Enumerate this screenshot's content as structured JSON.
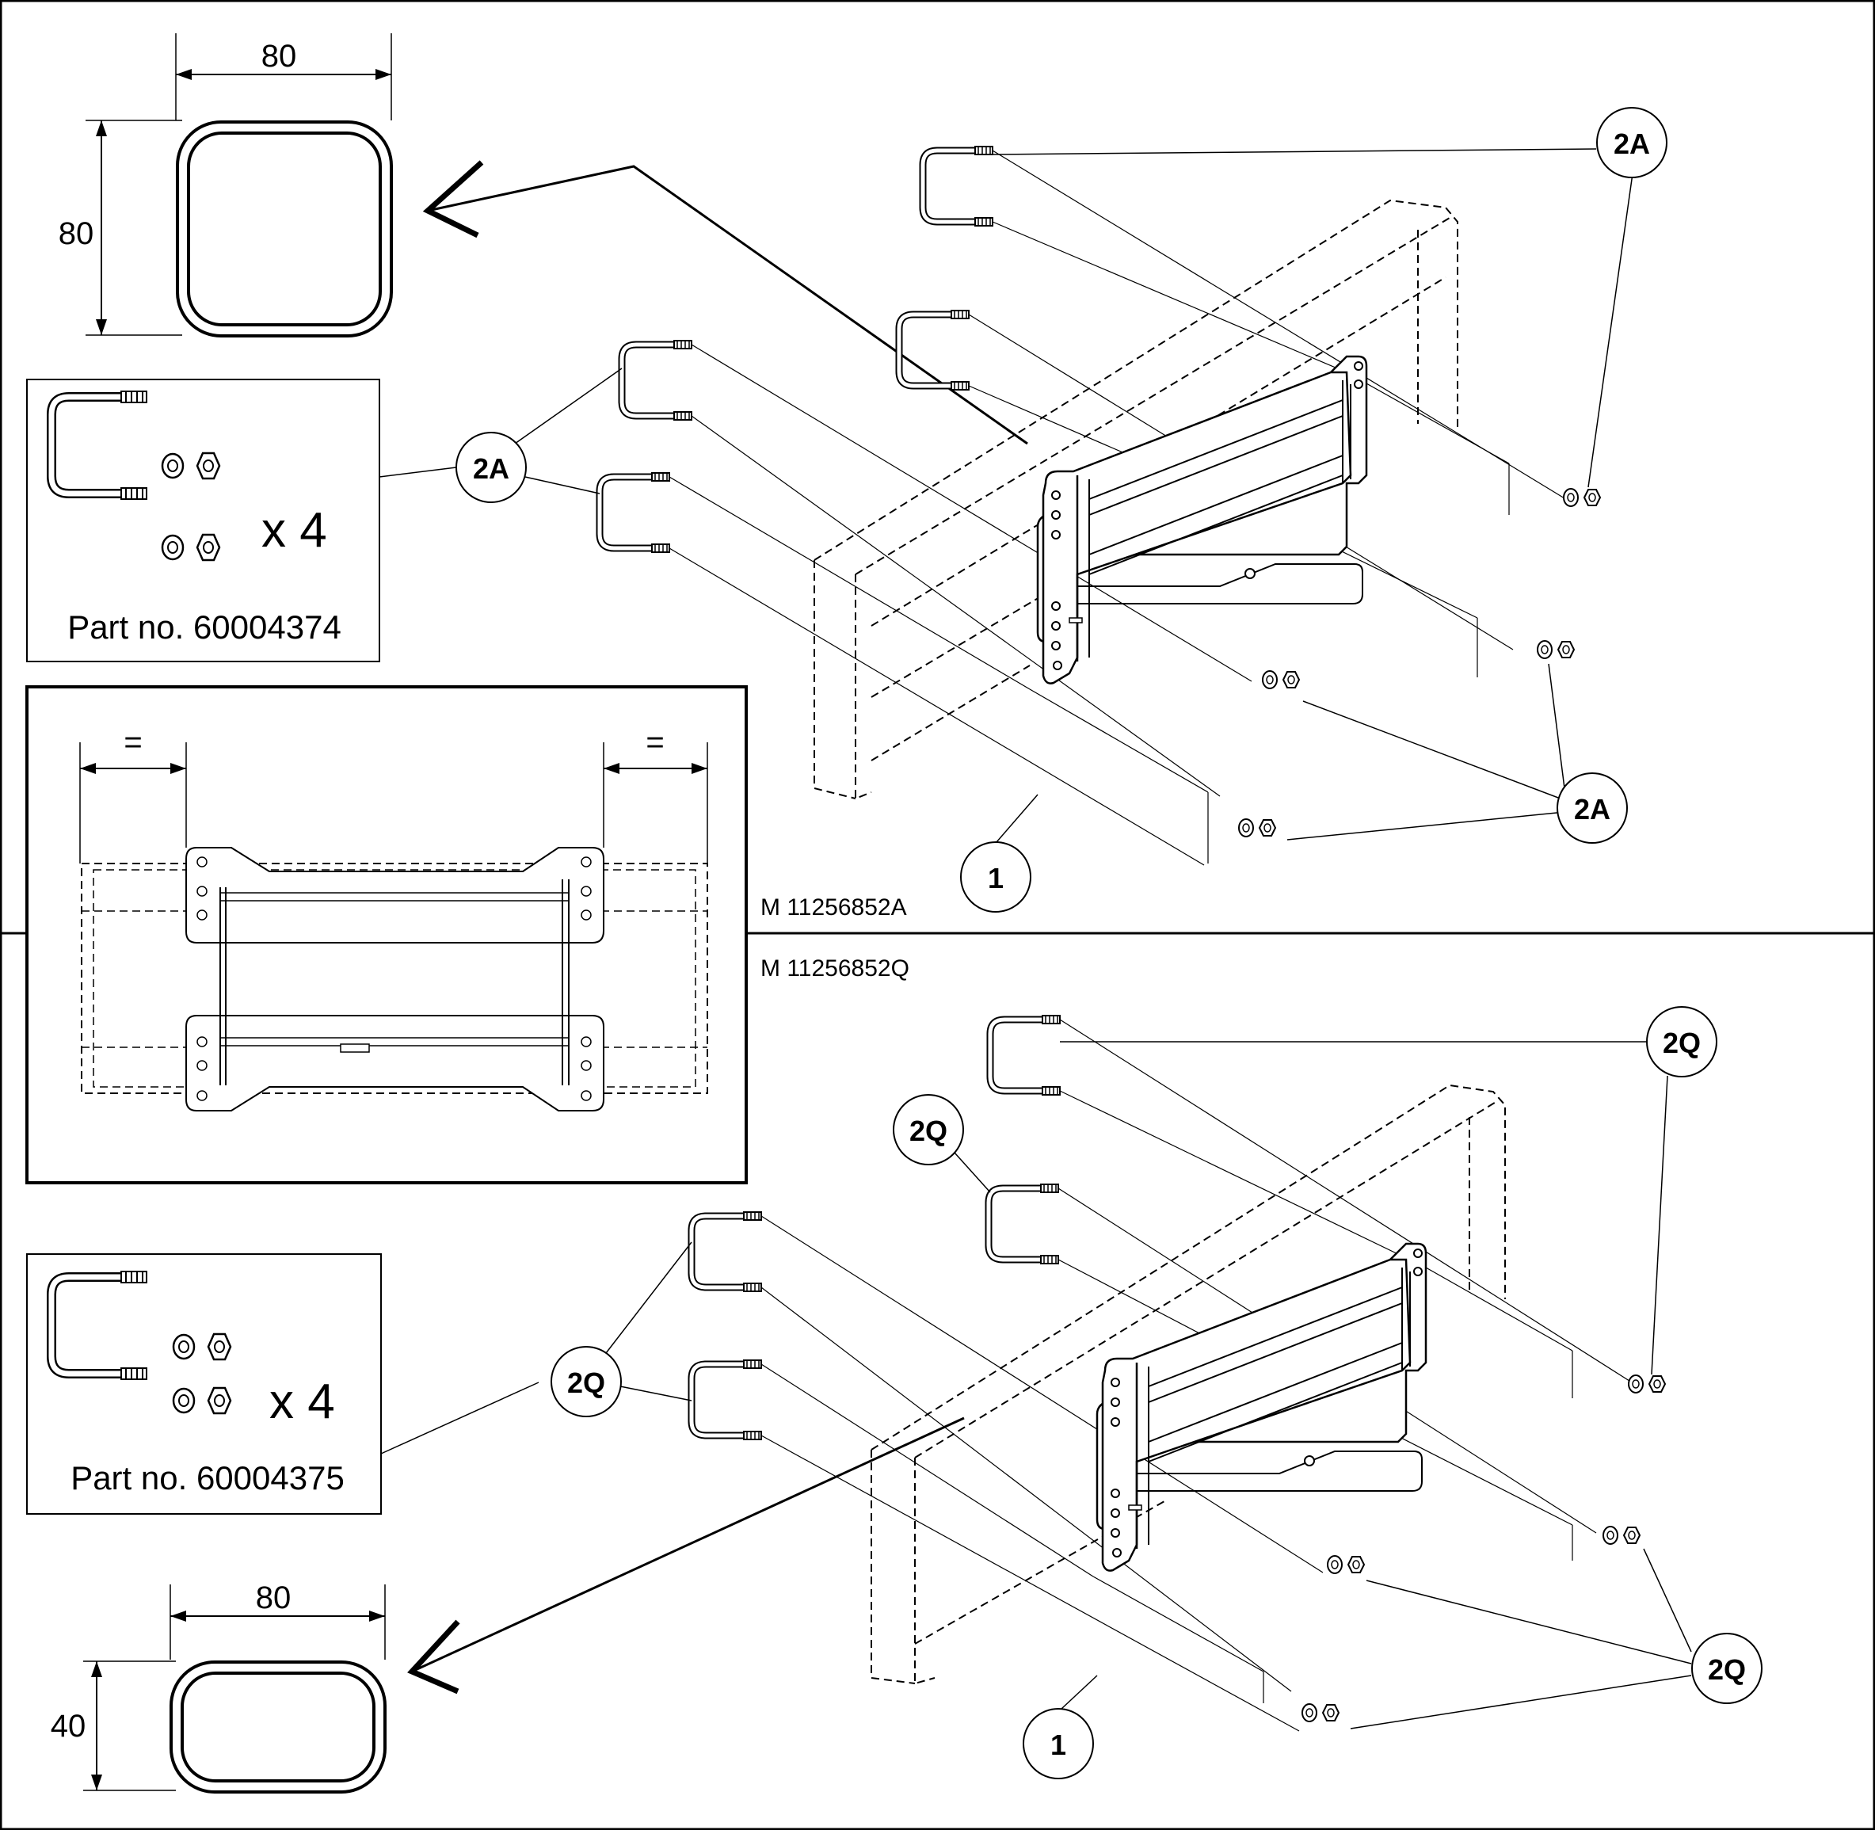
{
  "panels": {
    "top": {
      "drawing_code": "M 11256852A",
      "tube_section": {
        "width_label": "80",
        "height_label": "80"
      },
      "kit": {
        "quantity_label": "x 4",
        "part_number": "Part no. 60004374"
      },
      "callouts": {
        "ubolt": "2A",
        "assembly": "1"
      }
    },
    "bottom": {
      "drawing_code": "M 11256852Q",
      "tube_section": {
        "width_label": "80",
        "height_label": "40"
      },
      "kit": {
        "quantity_label": "x 4",
        "part_number": "Part no. 60004375"
      },
      "callouts": {
        "ubolt": "2Q",
        "assembly": "1"
      }
    }
  },
  "detail_view": {
    "equal_mark_left": "=",
    "equal_mark_right": "="
  },
  "colors": {
    "line": "#000000",
    "background": "#ffffff"
  }
}
